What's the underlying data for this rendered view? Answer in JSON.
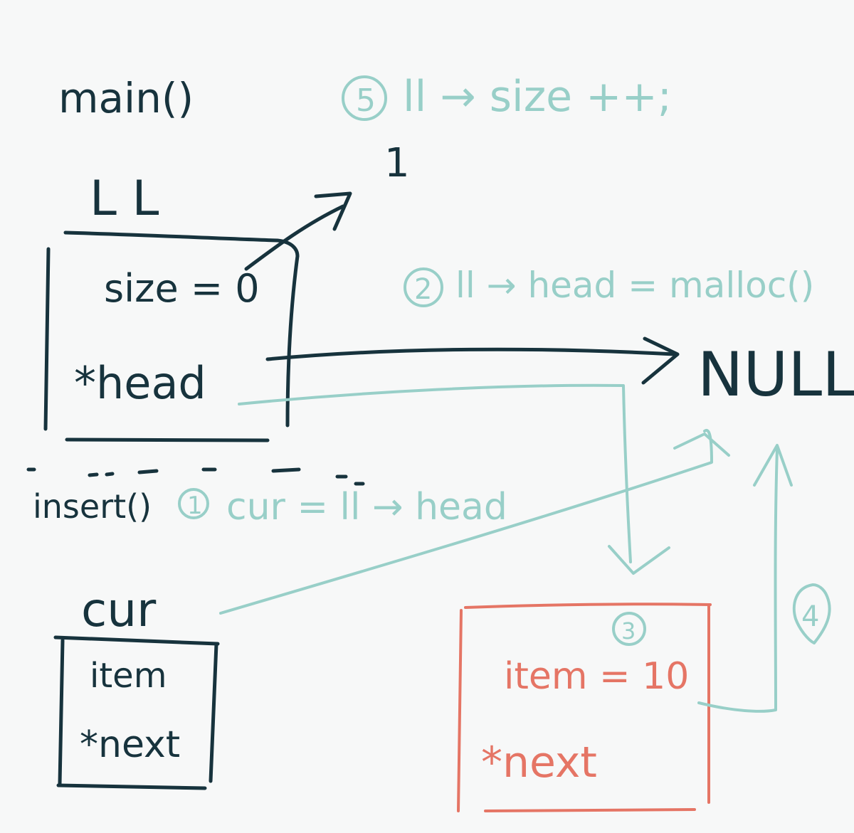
{
  "labels": {
    "main": "main()",
    "ll": "L L",
    "size_field": "size = 0",
    "head_field": "*head",
    "null": "NULL",
    "insert": "insert()",
    "cur": "cur",
    "cur_item": "item",
    "cur_next": "*next",
    "node_item": "item = 10",
    "node_next": "*next",
    "tick_value": "1"
  },
  "steps": {
    "step1": {
      "number": "1",
      "text": "cur = ll → head"
    },
    "step2": {
      "number": "2",
      "text": "ll → head = malloc()"
    },
    "step3": {
      "number": "3"
    },
    "step4": {
      "number": "4"
    },
    "step5": {
      "number": "5",
      "text": "ll → size ++;"
    }
  },
  "colors": {
    "dark": "#17333d",
    "teal": "#98cfc8",
    "red": "#e57565",
    "background": "#f7f8f8"
  }
}
